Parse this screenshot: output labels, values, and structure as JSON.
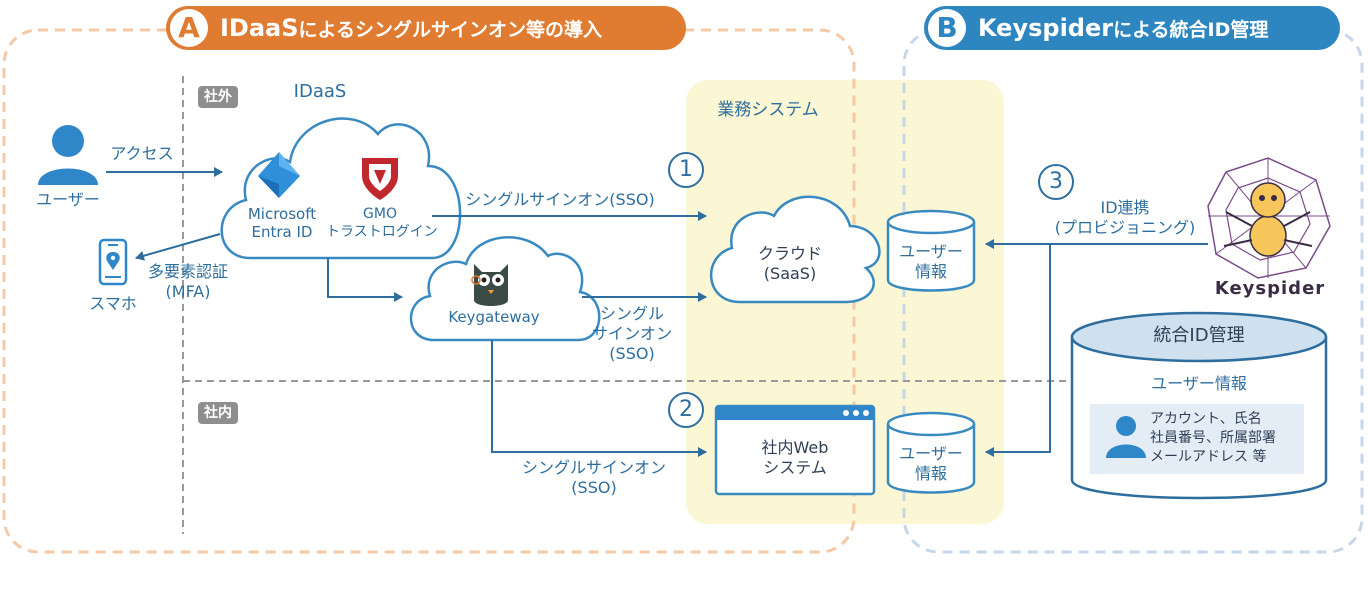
{
  "section_a": {
    "letter": "A",
    "title_main": "IDaaS",
    "title_rest": "によるシングルサインオン等の導入",
    "color": "#e07b32"
  },
  "section_b": {
    "letter": "B",
    "title_main": "Keyspider",
    "title_rest": "による統合ID管理",
    "color": "#2e86c1"
  },
  "zones": {
    "outside": "社外",
    "inside": "社内"
  },
  "user": {
    "label": "ユーザー",
    "access": "アクセス"
  },
  "phone": {
    "label": "スマホ",
    "mfa_line1": "多要素認証",
    "mfa_line2": "(MFA)"
  },
  "idaas": {
    "label": "IDaaS",
    "entra_line1": "Microsoft",
    "entra_line2": "Entra ID",
    "gmo_line1": "GMO",
    "gmo_line2": "トラストログイン"
  },
  "keygateway": {
    "label": "Keygateway"
  },
  "business": {
    "label": "業務システム",
    "cloud_line1": "クラウド",
    "cloud_line2": "(SaaS)",
    "web_line1": "社内Web",
    "web_line2": "システム"
  },
  "sso": {
    "top": "シングルサインオン(SSO)",
    "mid_line1": "シングル",
    "mid_line2": "サインオン",
    "mid_line3": "(SSO)",
    "bottom_line1": "シングルサインオン",
    "bottom_line2": "(SSO)"
  },
  "db": {
    "line1": "ユーザー",
    "line2": "情報"
  },
  "numbers": {
    "one": "1",
    "two": "2",
    "three": "3"
  },
  "provisioning": {
    "line1": "ID連携",
    "line2": "(プロビジョニング)"
  },
  "keyspider": {
    "logo_text": "Keyspider"
  },
  "integrated": {
    "title": "統合ID管理",
    "subtitle": "ユーザー情報",
    "attr_line1": "アカウント、氏名",
    "attr_line2": "社員番号、所属部署",
    "attr_line3": "メールアドレス 等"
  },
  "colors": {
    "line": "#2e6e9e",
    "cloud_stroke": "#3a8ac2",
    "business_bg": "#fbf6d3",
    "zone_a": "#f6c9a6",
    "zone_b": "#c7d7ea",
    "entra": "#2f8fd8",
    "gmo": "#c0282d"
  }
}
